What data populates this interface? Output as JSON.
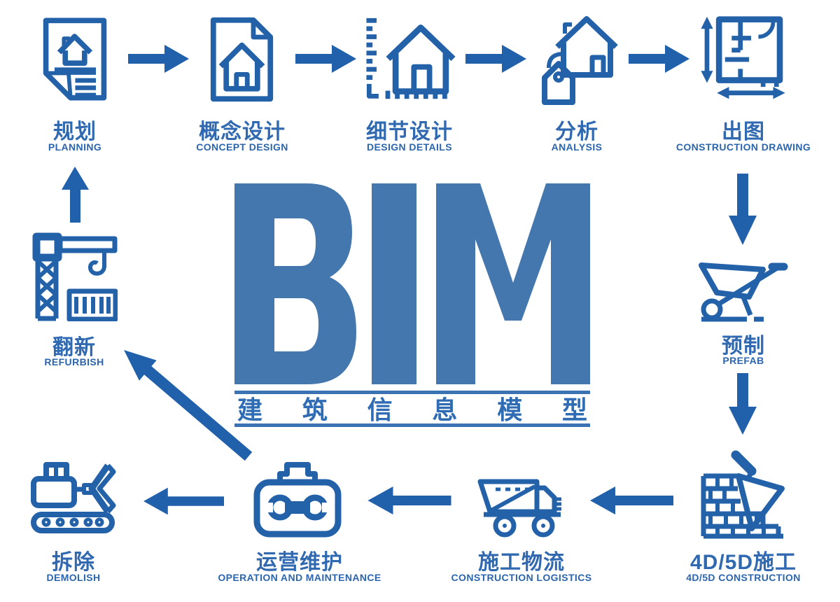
{
  "diagram_title": "BIM lifecycle workflow",
  "colors": {
    "icon_blue": "#2361a9",
    "arrow_blue": "#2160aa",
    "bim_letters_blue": "#4577af",
    "chinese_label_blue": "#3069b0",
    "english_label_blue": "#2b65ad",
    "background": "#ffffff"
  },
  "center": {
    "acronym": "BIM",
    "subtitle": "建筑信息模型",
    "subtitle_chars": [
      "建",
      "筑",
      "信",
      "息",
      "模",
      "型"
    ]
  },
  "stages": [
    {
      "id": "planning",
      "zh": "规划",
      "en": "PLANNING",
      "icon": "document-house-list-icon"
    },
    {
      "id": "concept-design",
      "zh": "概念设计",
      "en": "CONCEPT DESIGN",
      "icon": "document-house-icon"
    },
    {
      "id": "design-details",
      "zh": "细节设计",
      "en": "DESIGN DETAILS",
      "icon": "house-ruler-icon"
    },
    {
      "id": "analysis",
      "zh": "分析",
      "en": "ANALYSIS",
      "icon": "house-tag-icon"
    },
    {
      "id": "construction-drawing",
      "zh": "出图",
      "en": "CONSTRUCTION DRAWING",
      "icon": "floorplan-dimensions-icon"
    },
    {
      "id": "prefab",
      "zh": "预制",
      "en": "PREFAB",
      "icon": "wheelbarrow-icon"
    },
    {
      "id": "4d5d-construction",
      "zh": "4D/5D施工",
      "en": "4D/5D CONSTRUCTION",
      "icon": "bricks-trowel-icon"
    },
    {
      "id": "construction-logistics",
      "zh": "施工物流",
      "en": "CONSTRUCTION LOGISTICS",
      "icon": "dump-truck-icon"
    },
    {
      "id": "operation-maintenance",
      "zh": "运营维护",
      "en": "OPERATION AND MAINTENANCE",
      "icon": "toolbox-wrench-icon"
    },
    {
      "id": "demolish",
      "zh": "拆除",
      "en": "DEMOLISH",
      "icon": "excavator-icon"
    },
    {
      "id": "refurbish",
      "zh": "翻新",
      "en": "REFURBISH",
      "icon": "tower-crane-icon"
    }
  ],
  "arrows": [
    {
      "from": "planning",
      "to": "concept-design",
      "direction": "right"
    },
    {
      "from": "concept-design",
      "to": "design-details",
      "direction": "right"
    },
    {
      "from": "design-details",
      "to": "analysis",
      "direction": "right"
    },
    {
      "from": "analysis",
      "to": "construction-drawing",
      "direction": "right"
    },
    {
      "from": "construction-drawing",
      "to": "prefab",
      "direction": "down"
    },
    {
      "from": "prefab",
      "to": "4d5d-construction",
      "direction": "down"
    },
    {
      "from": "4d5d-construction",
      "to": "construction-logistics",
      "direction": "left"
    },
    {
      "from": "construction-logistics",
      "to": "operation-maintenance",
      "direction": "left"
    },
    {
      "from": "operation-maintenance",
      "to": "demolish",
      "direction": "left"
    },
    {
      "from": "operation-maintenance",
      "to": "refurbish",
      "direction": "up-left-diagonal"
    },
    {
      "from": "refurbish",
      "to": "planning",
      "direction": "up"
    }
  ]
}
